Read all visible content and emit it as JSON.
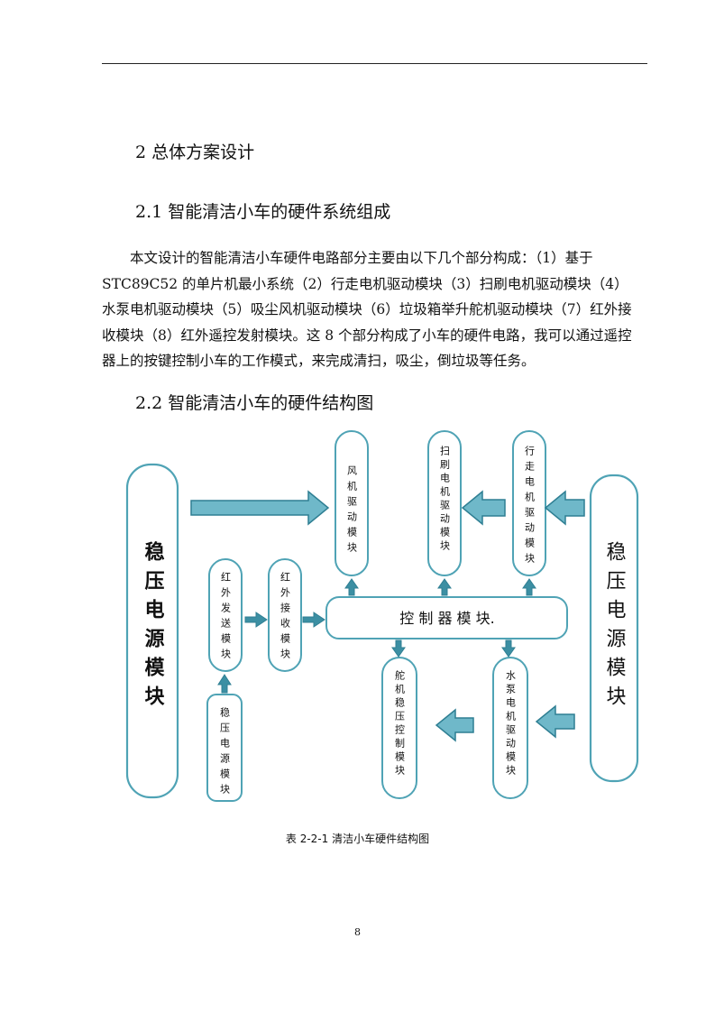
{
  "heading_1": "2 总体方案设计",
  "heading_2": "2.1 智能清洁小车的硬件系统组成",
  "paragraph_lines": [
    "本文设计的智能清洁小车硬件电路部分主要由以下几个部分构成：（1）基于",
    "STC89C52 的单片机最小系统（2）行走电机驱动模块（3）扫刷电机驱动模块（4）",
    "水泵电机驱动模块（5）吸尘风机驱动模块（6）垃圾箱举升舵机驱动模块（7）红外接",
    "收模块（8）红外遥控发射模块。这 8 个部分构成了小车的硬件电路，我可以通过遥控",
    "器上的按键控制小车的工作模式，来完成清扫，吸尘，倒垃圾等任务。"
  ],
  "heading_3": "2.2 智能清洁小车的硬件结构图",
  "diagram": {
    "left_power": "稳压电源模块",
    "right_power": "稳压电源模块",
    "fan": "风机驱动模块",
    "brush": "扫刷电机驱动模块",
    "walk": "行走电机驱动模块",
    "ir_send": "红外发送模块",
    "ir_recv": "红外接收模块",
    "small_power": "稳压电源模块",
    "controller": "控 制 器 模 块.",
    "servo": "舵机稳压控制模块",
    "pump": "水泵电机驱动模块",
    "colors": {
      "stroke": "#4fa3b5",
      "arrow_fill": "#6fb8c9",
      "arrow_stroke": "#2f7f93",
      "node_fill": "#ffffff"
    }
  },
  "caption": "表 2-2-1 清洁小车硬件结构图",
  "page_number": "8"
}
